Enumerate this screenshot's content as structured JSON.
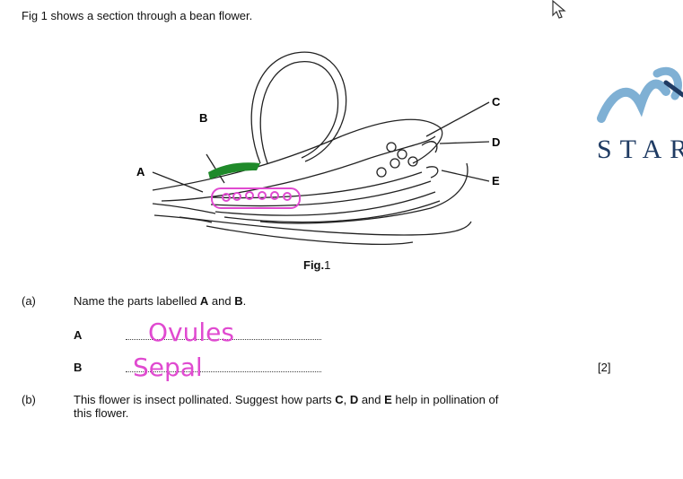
{
  "intro": "Fig 1 shows a section through a bean flower.",
  "figure": {
    "caption_bold": "Fig.",
    "caption_num": "1",
    "labels": {
      "a": "A",
      "b": "B",
      "c": "C",
      "d": "D",
      "e": "E"
    }
  },
  "logo": {
    "text": "STAR"
  },
  "part_a": {
    "number": "(a)",
    "prompt_pre": "Name the parts labelled ",
    "prompt_a": "A",
    "prompt_mid": " and ",
    "prompt_b": "B",
    "prompt_end": ".",
    "answer_a": {
      "letter": "A",
      "handwritten": "Ovules"
    },
    "answer_b": {
      "letter": "B",
      "handwritten": "Sepal"
    },
    "marks": "[2]"
  },
  "part_b": {
    "number": "(b)",
    "line1_pre": "This flower is insect pollinated. Suggest how parts ",
    "c": "C",
    "sep1": ", ",
    "d": "D",
    "sep2": " and ",
    "e": "E",
    "line1_end": " help in pollination of",
    "line2": "this flower."
  },
  "colors": {
    "handwriting": "#e04ad0",
    "highlight_green": "#1f8a2a",
    "logo_blue": "#1f3b63",
    "logo_light": "#7fb0d4"
  }
}
